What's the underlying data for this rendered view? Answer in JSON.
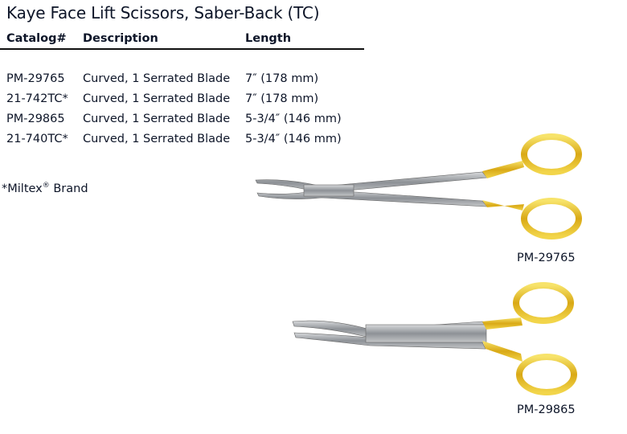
{
  "title": "Kaye Face Lift Scissors, Saber-Back (TC)",
  "table": {
    "headers": [
      "Catalog#",
      "Description",
      "Length"
    ],
    "rows": [
      [
        "PM-29765",
        "Curved, 1 Serrated Blade",
        "7″ (178 mm)"
      ],
      [
        "21-742TC*",
        "Curved, 1 Serrated Blade",
        "7″ (178 mm)"
      ],
      [
        "PM-29865",
        "Curved, 1 Serrated Blade",
        "5-3/4″ (146 mm)"
      ],
      [
        "21-740TC*",
        "Curved, 1 Serrated Blade",
        "5-3/4″ (146 mm)"
      ]
    ]
  },
  "footnote": {
    "text": "*Miltex",
    "mark": "®",
    "suffix": " Brand"
  },
  "images": [
    {
      "caption": "PM-29765"
    },
    {
      "caption": "PM-29865"
    }
  ],
  "colors": {
    "text": "#0d1528",
    "gold": "#e8c42a",
    "steel": "#9a9ea3"
  }
}
